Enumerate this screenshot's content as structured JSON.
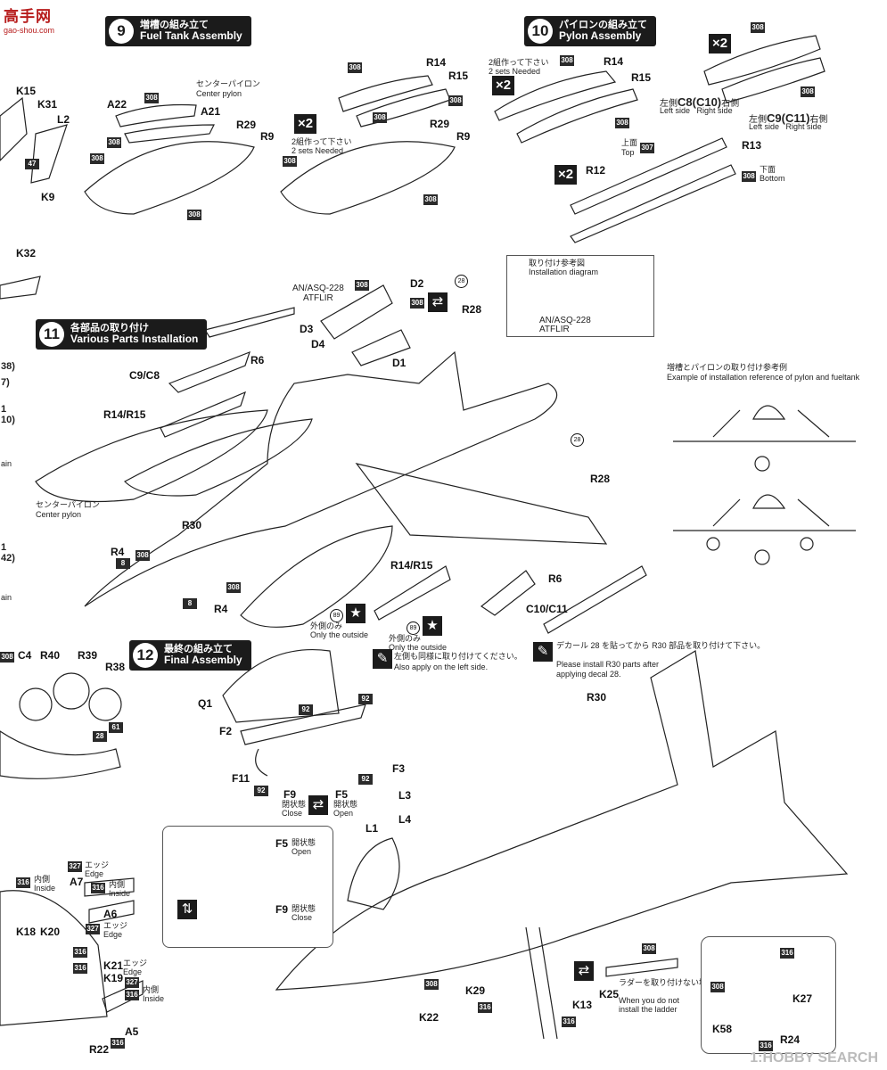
{
  "logo": {
    "main": "高手网",
    "site": "gao-shou.com"
  },
  "watermark": "1:HOBBY SEARCH",
  "steps": {
    "s9": {
      "num": "9",
      "jp": "増槽の組み立て",
      "en": "Fuel Tank Assembly"
    },
    "s10": {
      "num": "10",
      "jp": "パイロンの組み立て",
      "en": "Pylon Assembly"
    },
    "s11": {
      "num": "11",
      "jp": "各部品の取り付け",
      "en": "Various Parts Installation"
    },
    "s12": {
      "num": "12",
      "jp": "最終の組み立て",
      "en": "Final Assembly"
    }
  },
  "multipliers": {
    "x2": "×2"
  },
  "notes": {
    "sets_jp": "2組作って下さい",
    "sets_en": "2 sets Needed",
    "center_pylon_jp": "センターパイロン",
    "center_pylon_en": "Center pylon",
    "left_jp": "左側",
    "left_en": "Left side",
    "right_jp": "右側",
    "right_en": "Right side",
    "top_jp": "上面",
    "top_en": "Top",
    "bottom_jp": "下面",
    "bottom_en": "Bottom",
    "install_diagram_jp": "取り付け参考図",
    "install_diagram_en": "Installation diagram",
    "atflir_a": "AN/ASQ-228",
    "atflir_b": "ATFLIR",
    "example_jp": "増槽とパイロンの取り付け参考例",
    "example_en": "Example of installation reference of pylon and fueltank",
    "outside_jp": "外側のみ",
    "outside_en": "Only the outside",
    "left_same_jp": "左側も同様に取り付けてください。",
    "left_same_en": "Also apply on the left side.",
    "decal_jp": "デカール 28 を貼ってから R30 部品を取り付けて下さい。",
    "decal_en1": "Please install R30 parts after",
    "decal_en2": "applying decal 28.",
    "open_jp": "開状態",
    "open_en": "Open",
    "close_jp": "閉状態",
    "close_en": "Close",
    "edge_jp": "エッジ",
    "edge_en": "Edge",
    "inside_jp": "内側",
    "inside_en": "Inside",
    "ladder_jp": "ラダーを取り付けない場合",
    "ladder_en1": "When you do not",
    "ladder_en2": "install the ladder"
  },
  "paint": {
    "c308": "308",
    "c307": "307",
    "c316": "316",
    "c327": "327",
    "c92": "92",
    "c61": "61",
    "c28": "28",
    "c8": "8",
    "c47": "47"
  },
  "parts": {
    "K15": "K15",
    "K31": "K31",
    "L2": "L2",
    "K9": "K9",
    "K32": "K32",
    "A22": "A22",
    "A21": "A21",
    "R29": "R29",
    "R9": "R9",
    "R14": "R14",
    "R15": "R15",
    "R12": "R12",
    "R13": "R13",
    "C8": "C8",
    "C10": "(C10)",
    "C9": "C9",
    "C11": "(C11)",
    "D2": "D2",
    "D3": "D3",
    "D4": "D4",
    "D1": "D1",
    "R28": "R28",
    "R6": "R6",
    "C9C8": "C9/C8",
    "R14R15": "R14/R15",
    "R30": "R30",
    "R4": "R4",
    "C10C11": "C10/C11",
    "C4": "C4",
    "R40": "R40",
    "R39": "R39",
    "R38": "R38",
    "Q1": "Q1",
    "F2": "F2",
    "F11": "F11",
    "F9": "F9",
    "F5": "F5",
    "F3": "F3",
    "L3": "L3",
    "L4": "L4",
    "L1": "L1",
    "K22": "K22",
    "K29": "K29",
    "K13": "K13",
    "K25": "K25",
    "K27": "K27",
    "K58": "K58",
    "R24": "R24",
    "A7": "A7",
    "A6": "A6",
    "A5": "A5",
    "K18": "K18",
    "K20": "K20",
    "K21": "K21",
    "K19": "K19",
    "R22": "R22",
    "n89": "89",
    "left_cut": [
      "38)",
      "7)",
      "1",
      "10)",
      "ain",
      "1",
      "42)",
      "ain"
    ]
  }
}
